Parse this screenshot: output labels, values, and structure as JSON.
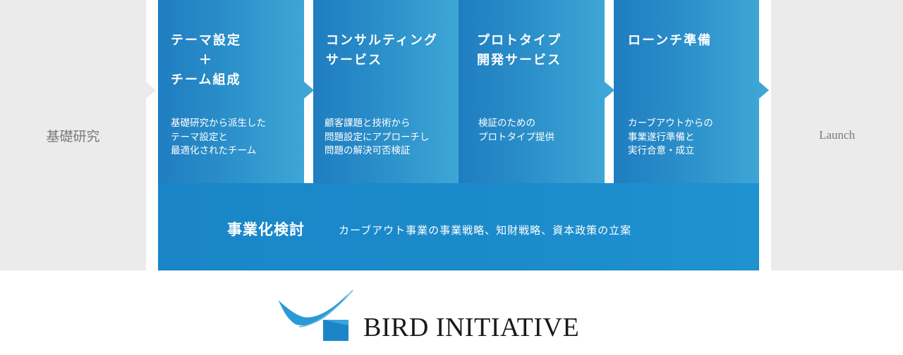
{
  "left": {
    "label": "基礎研究"
  },
  "right": {
    "label": "Launch"
  },
  "stages": [
    {
      "title": "テーマ設定\n　　＋\nチーム組成",
      "desc": "基礎研究から派生した\nテーマ設定と\n最適化されたチーム"
    },
    {
      "title": "コンサルティング\nサービス",
      "desc": "顧客課題と技術から\n問題設定にアプローチし\n問題の解決可否検証"
    },
    {
      "title": "プロトタイプ\n開発サービス",
      "desc": "検証のための\nプロトタイプ提供"
    },
    {
      "title": "ローンチ準備",
      "desc": "カーブアウトからの\n事業遂行準備と\n実行合意・成立"
    }
  ],
  "band": {
    "title": "事業化検討",
    "desc": "カーブアウト事業の事業戦略、知財戦略、資本政策の立案"
  },
  "logo": {
    "text": "BIRD INITIATIVE"
  },
  "colors": {
    "primary_blue": "#1b8bcb",
    "light_blue": "#3ea6d6",
    "gray": "#ebebeb"
  }
}
